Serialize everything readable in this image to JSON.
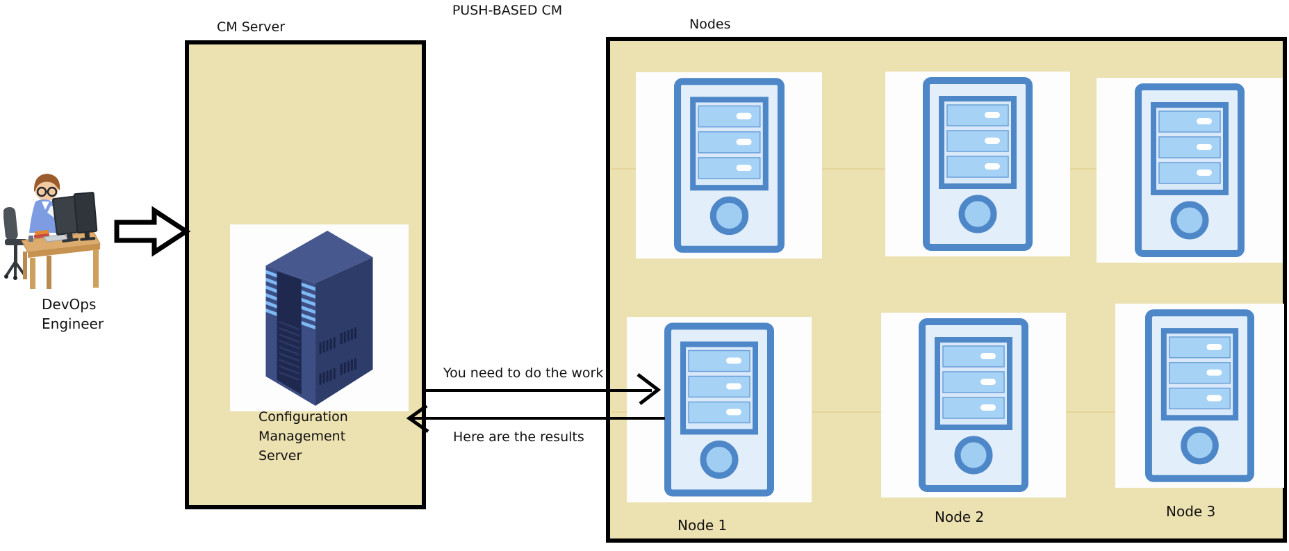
{
  "diagram_title": "PUSH-BASED CM",
  "devops": {
    "line1": "DevOps",
    "line2": "Engineer"
  },
  "cm_server": {
    "box_label": "CM Server",
    "caption_lines": [
      "Configuration",
      "Management",
      "Server"
    ]
  },
  "nodes": {
    "box_label": "Nodes",
    "labels": [
      "Node 1",
      "Node 2",
      "Node 3"
    ]
  },
  "arrows": {
    "push_label": "You need to do the work",
    "result_label": "Here are the results"
  },
  "colors": {
    "panel_fill": "#ece1b0",
    "border": "#000000",
    "node_icon_stroke": "#4d87c8",
    "node_icon_body": "#e3eefb",
    "node_icon_drawer": "#a6d2f5",
    "cm_tower_top": "#47588e",
    "cm_tower_left": "#3d4e85",
    "cm_tower_right": "#2e3c6a",
    "cm_tower_recess": "#1f2950",
    "cm_tower_stripe": "#7db9f3"
  }
}
